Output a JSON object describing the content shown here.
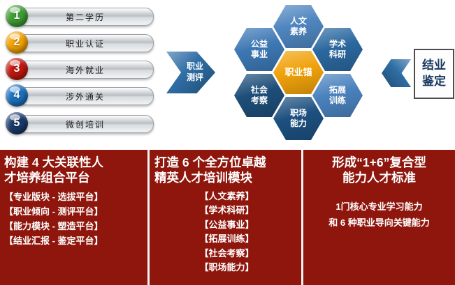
{
  "pathway": {
    "items": [
      {
        "num": "1",
        "label": "第二学历",
        "color": "#3f9e33"
      },
      {
        "num": "2",
        "label": "职业认证",
        "color": "#f5a300"
      },
      {
        "num": "3",
        "label": "海外就业",
        "color": "#c4170e"
      },
      {
        "num": "4",
        "label": "涉外通关",
        "color": "#1a72c0"
      },
      {
        "num": "5",
        "label": "微创培训",
        "color": "#1a3a6d"
      }
    ]
  },
  "assessment_arrow": {
    "label": "职业测评",
    "color": "#2e6da4"
  },
  "hexagons": {
    "top": {
      "label": "人文素养",
      "color": "#4f86c0"
    },
    "top_right": {
      "label": "学术科研",
      "color": "#2b689f"
    },
    "bottom_right": {
      "label": "拓展训练",
      "color": "#4a82bd"
    },
    "bottom": {
      "label": "职场能力",
      "color": "#1d5080"
    },
    "bottom_left": {
      "label": "社会考察",
      "color": "#1d4e79"
    },
    "top_left": {
      "label": "公益事业",
      "color": "#3d78b4"
    },
    "center": {
      "label": "职业锚",
      "color": "#f0a20b"
    }
  },
  "appraisal_arrow": {
    "color": "#2e6da4"
  },
  "completion_box": {
    "label": "结业鉴定"
  },
  "panels": {
    "background": "#8e160c",
    "col1": {
      "title": "构建 4 大关联性人\n才培养组合平台",
      "items": [
        "【专业版块 - 选拔平台】",
        "【职业倾向 - 测评平台】",
        "【能力模块 - 塑造平台】",
        "【结业汇报 - 鉴定平台】"
      ]
    },
    "col2": {
      "title": "打造 6 个全方位卓越\n精英人才培训模块",
      "items": [
        "【人文素养】",
        "【学术科研】",
        "【公益事业】",
        "【拓展训练】",
        "【社会考察】",
        "【职场能力】"
      ]
    },
    "col3": {
      "title": "形成“1+6”复合型\n能力人才标准",
      "lines": [
        "1门核心专业学习能力",
        "和 6 种职业导向关键能力"
      ]
    }
  }
}
